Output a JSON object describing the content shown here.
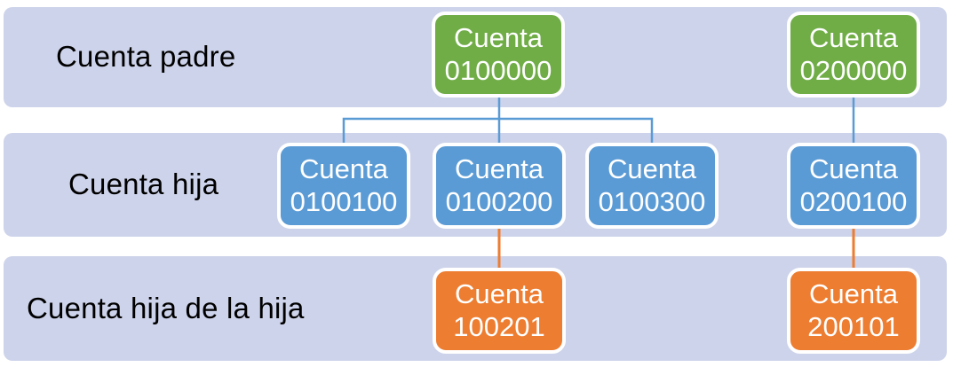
{
  "diagram": {
    "rows": [
      {
        "label": "Cuenta padre"
      },
      {
        "label": "Cuenta hija"
      },
      {
        "label": "Cuenta hija de la hija"
      }
    ],
    "nodes": [
      {
        "title": "Cuenta",
        "code": "0100000"
      },
      {
        "title": "Cuenta",
        "code": "0200000"
      },
      {
        "title": "Cuenta",
        "code": "0100100"
      },
      {
        "title": "Cuenta",
        "code": "0100200"
      },
      {
        "title": "Cuenta",
        "code": "0100300"
      },
      {
        "title": "Cuenta",
        "code": "0200100"
      },
      {
        "title": "Cuenta",
        "code": "100201"
      },
      {
        "title": "Cuenta",
        "code": "200101"
      }
    ],
    "connections": [
      {
        "from": "0100000",
        "to": "0100100"
      },
      {
        "from": "0100000",
        "to": "0100200"
      },
      {
        "from": "0100000",
        "to": "0100300"
      },
      {
        "from": "0200000",
        "to": "0200100"
      },
      {
        "from": "0100200",
        "to": "100201"
      },
      {
        "from": "0200100",
        "to": "200101"
      }
    ]
  },
  "colors": {
    "background": "#ffffff",
    "band": "#cdd3ea",
    "parent_green": "#70ad47",
    "child_blue": "#5b9bd5",
    "grandchild_orange": "#ed7d31",
    "connector_blue": "#5b9bd5",
    "connector_orange": "#ed7d31",
    "box_border": "#ffffff",
    "label_text": "#000000",
    "node_text": "#ffffff"
  }
}
